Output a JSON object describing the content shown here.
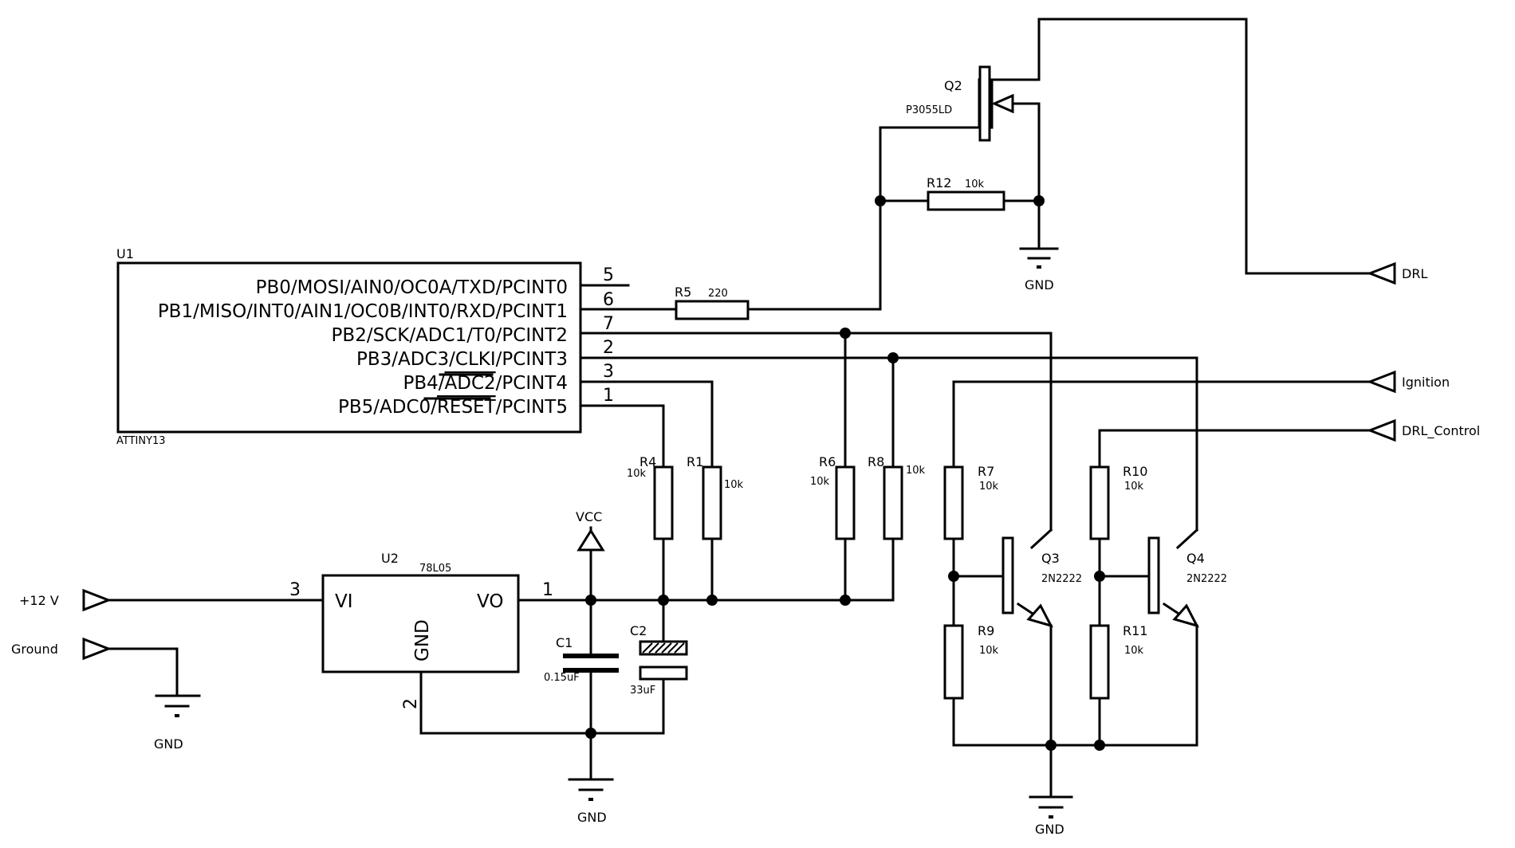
{
  "colors": {
    "line": "#000000",
    "background": "#ffffff"
  },
  "u1": {
    "ref": "U1",
    "part": "ATTINY13",
    "pins": [
      {
        "name": "PB0/MOSI/AIN0/OC0A/TXD/PCINT0",
        "number": "5"
      },
      {
        "name": "PB1/MISO/INT0/AIN1/OC0B/INT0/RXD/PCINT1",
        "number": "6"
      },
      {
        "name": "PB2/SCK/ADC1/T0/PCINT2",
        "number": "7"
      },
      {
        "name": "PB3/ADC3/CLKI/PCINT3",
        "number": "2"
      },
      {
        "name_a": "PB4/",
        "name_b": "ADC2",
        "name_c": "/PCINT4",
        "number": "3"
      },
      {
        "name_a": "PB5/ADC0/",
        "name_b": "RESET",
        "name_c": "/PCINT5",
        "number": "1"
      }
    ]
  },
  "u2": {
    "ref": "U2",
    "part": "78L05",
    "vi": "VI",
    "vo": "VO",
    "gnd": "GND",
    "pin_in": "3",
    "pin_out": "1",
    "pin_gnd": "2"
  },
  "q2": {
    "ref": "Q2",
    "part": "P3055LD"
  },
  "q3": {
    "ref": "Q3",
    "part": "2N2222"
  },
  "q4": {
    "ref": "Q4",
    "part": "2N2222"
  },
  "resistors": {
    "r1": {
      "ref": "R1",
      "value": "10k"
    },
    "r4": {
      "ref": "R4",
      "value": "10k"
    },
    "r5": {
      "ref": "R5",
      "value": "220"
    },
    "r6": {
      "ref": "R6",
      "value": "10k"
    },
    "r7": {
      "ref": "R7",
      "value": "10k"
    },
    "r8": {
      "ref": "R8",
      "value": "10k"
    },
    "r9": {
      "ref": "R9",
      "value": "10k"
    },
    "r10": {
      "ref": "R10",
      "value": "10k"
    },
    "r11": {
      "ref": "R11",
      "value": "10k"
    },
    "r12": {
      "ref": "R12",
      "value": "10k"
    }
  },
  "capacitors": {
    "c1": {
      "ref": "C1",
      "value": "0.15uF"
    },
    "c2": {
      "ref": "C2",
      "value": "33uF"
    }
  },
  "power": {
    "vcc": "VCC",
    "gnd": "GND"
  },
  "ports": {
    "v12": "+12 V",
    "ground": "Ground",
    "drl": "DRL",
    "ignition": "Ignition",
    "drl_control": "DRL_Control"
  }
}
